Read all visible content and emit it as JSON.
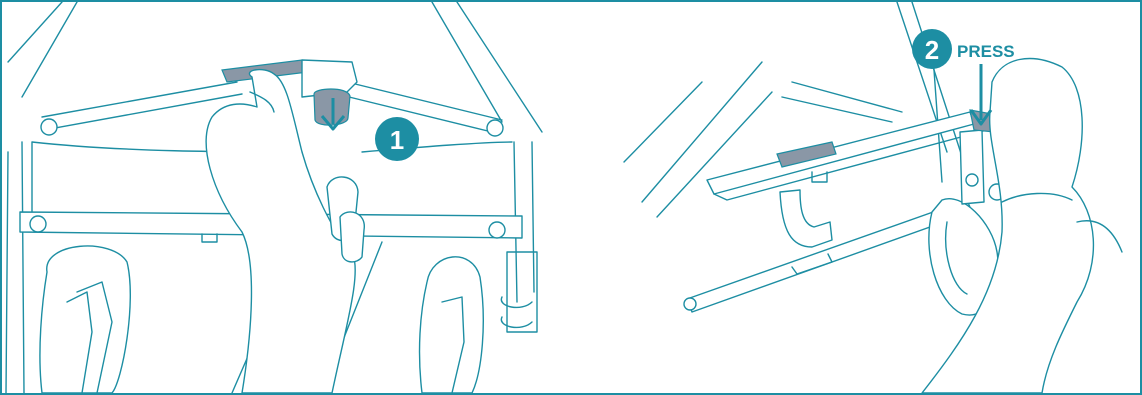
{
  "colors": {
    "line": "#1d8ea3",
    "accent_grey": "#8a97a6",
    "background": "#ffffff"
  },
  "steps": [
    {
      "number": "1",
      "icon": "arrow-down-icon"
    },
    {
      "number": "2",
      "label": "PRESS",
      "icon": "arrow-down-icon"
    }
  ]
}
